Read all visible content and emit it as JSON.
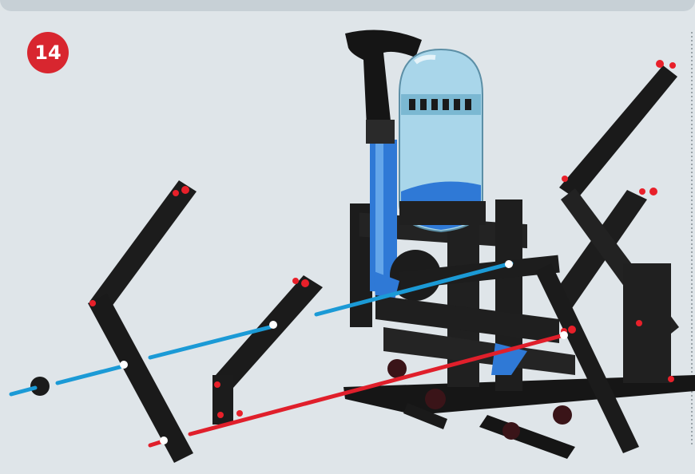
{
  "step": {
    "number": "14"
  },
  "colors": {
    "badge": "#d8262f",
    "background": "#dfe5e9",
    "rod": "#1b1b1b",
    "connector": "#e8202a",
    "guide_blue": "#1b9ad6",
    "guide_red": "#e01f2b",
    "water": "#2f79d6",
    "tank": "#a9d6ea"
  },
  "icons": [
    "step-number-badge",
    "bottle-tank",
    "pump-handle"
  ]
}
